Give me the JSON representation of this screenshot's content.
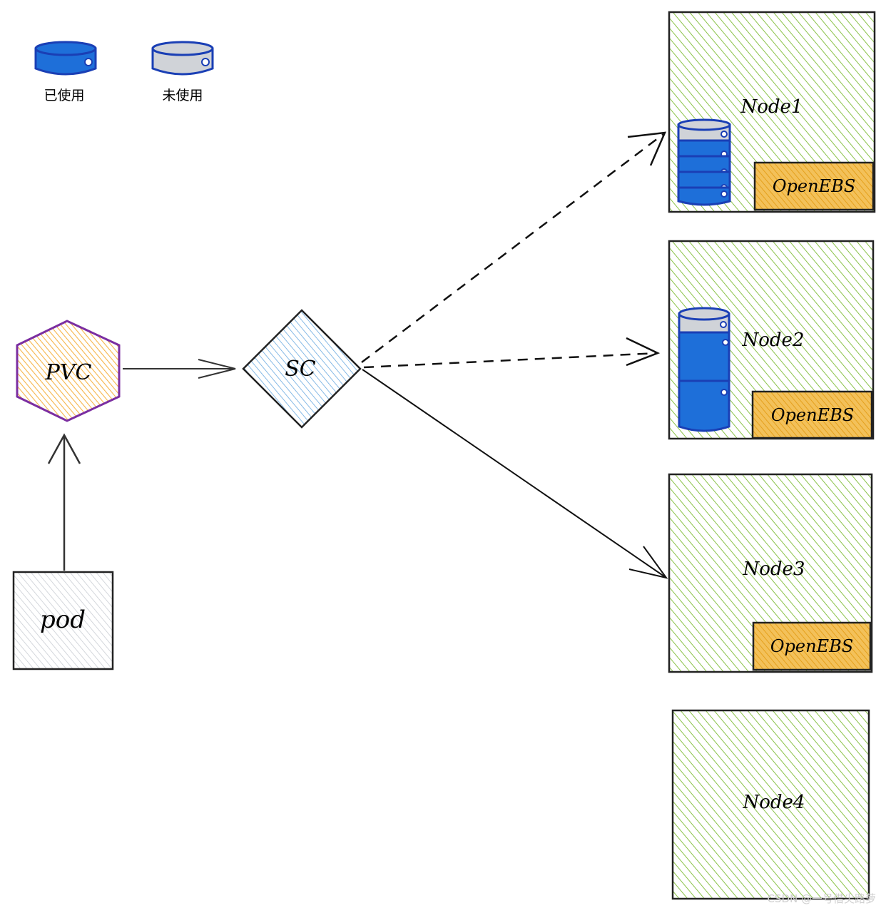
{
  "legend": {
    "used_label": "已使用",
    "unused_label": "未使用"
  },
  "nodes": {
    "pod": {
      "label": "pod"
    },
    "pvc": {
      "label": "PVC"
    },
    "sc": {
      "label": "SC"
    },
    "node1": {
      "label": "Node1",
      "openebs": "OpenEBS"
    },
    "node2": {
      "label": "Node2",
      "openebs": "OpenEBS"
    },
    "node3": {
      "label": "Node3",
      "openebs": "OpenEBS"
    },
    "node4": {
      "label": "Node4"
    }
  },
  "colors": {
    "node_fill": "#8bc34a",
    "openebs_fill": "#f0b429",
    "disk_used": "#1e6fd9",
    "disk_unused": "#d0d3d8",
    "pvc_fill": "#f6b54a",
    "pvc_stroke": "#7b2ea1",
    "sc_fill": "#6aa9e0",
    "pod_fill": "#c9cdd3"
  },
  "watermark": "CSDN @一号借尖路萝"
}
